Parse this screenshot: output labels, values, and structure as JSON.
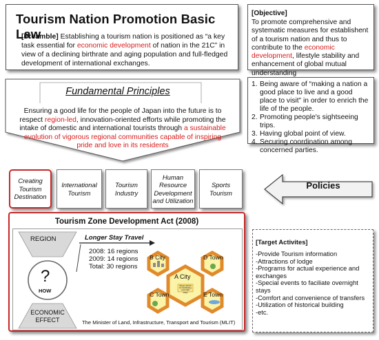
{
  "law": {
    "title": "Tourism Nation Promotion Basic Law",
    "preamble_label": "[Preamble]",
    "preamble_part1": " Establishing a tourism nation is positioned as “a key task essential for ",
    "preamble_red": "economic development",
    "preamble_part2": " of nation in the 21C” in view of a declining birthrate and aging population and full-fledged development of international exchanges."
  },
  "objective": {
    "heading": "[Objective]",
    "text_part1": "To promote comprehensive and systematic measures for establishent of a tourism nation and thus to contribute to the ",
    "text_red": "economic development",
    "text_part2": ", lifestyle stability and enhancement of global mutual understanding"
  },
  "fundamental": {
    "title": "Fundamental Principles",
    "part1": "Ensuring a good life for the people of Japan into the future is to respect ",
    "red1": "region-led",
    "part2": ", innovation-oriented efforts while promoting the intake of domestic and international tourists through ",
    "red2": "a sustainable evolution of vigorous regional communities capable of inspiring pride and love in its residents"
  },
  "principles_list": [
    {
      "num": "1.",
      "text": "Being aware of “making a nation a good place to live and a good place to visit” in order to enrich the life of the people."
    },
    {
      "num": "2.",
      "text": "Promoting people's sightseeing trips."
    },
    {
      "num": "3.",
      "text": "Having global point of view."
    },
    {
      "num": "4.",
      "text": "Securing coordination among concerned parties."
    }
  ],
  "policies": {
    "label": "Policies",
    "items": [
      "Creating Tourism Destination",
      "International Tourism",
      "Tourism Industry",
      "Human Resource Development and Utilization",
      "Sports Tourism"
    ]
  },
  "zone": {
    "title": "Tourism Zone Development Act (2008)",
    "region": "REGION",
    "question": "?",
    "how": "HOW",
    "economic_effect": "ECONOMIC EFFECT",
    "longer_stay": "Longer Stay Travel",
    "stats": [
      "2008: 16 regions",
      "2009: 14 regions",
      "Total: 30 regions"
    ],
    "cities": {
      "a": "A City",
      "b": "B City",
      "c": "C Town",
      "d": "D Town",
      "e": "E Town"
    },
    "center_note": "Target district for facilitating overnight stays",
    "ministry": "The Minister of Land, Infrastructure, Transport and Tourism (MLIT)"
  },
  "target": {
    "heading": "[Target Activites]",
    "items": [
      "-Provide Tourism information",
      "-Attractions of lodge",
      "-Programs for actual experience and exchanges",
      "-Special events to faciliate overnight stays",
      "-Comfort and convenience of transfers",
      "-Utilization of historical building",
      "-etc."
    ]
  },
  "colors": {
    "accent_red": "#d81b1b",
    "hex_orange": "#e08a2c",
    "hex_yellow": "#fbf3a8",
    "arrow_fill": "#f2f2f2"
  }
}
